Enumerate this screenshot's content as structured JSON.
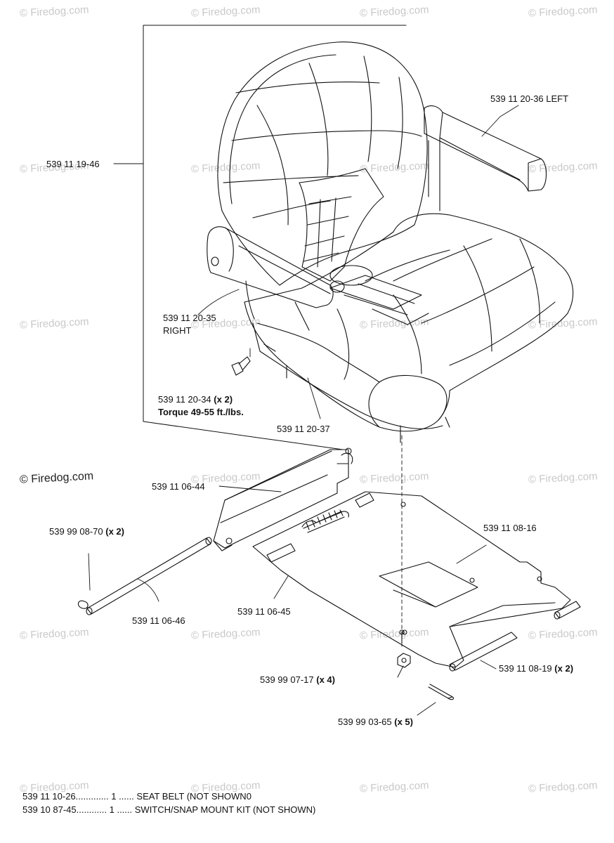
{
  "watermark": "© Firedog.com",
  "callouts": {
    "seat_assembly": "539 11 19-46",
    "armrest_left": "539 11 20-36 LEFT",
    "armrest_right_num": "539 11 20-35",
    "armrest_right_side": "RIGHT",
    "bolt": "539 11 20-34",
    "bolt_qty": "(x 2)",
    "torque": "Torque 49-55 ft./lbs.",
    "seat_pan": "539 11 20-37",
    "hinge_bracket": "539 11 06-44",
    "clip": "539 99 08-70",
    "clip_qty": "(x 2)",
    "base_plate": "539 11 08-16",
    "rod": "539 11 06-46",
    "spring": "539 11 06-45",
    "nut": "539 99 07-17",
    "nut_qty": "(x 4)",
    "pin": "539 11 08-19",
    "pin_qty": "(x 2)",
    "cotter": "539 99 03-65",
    "cotter_qty": "(x 5)"
  },
  "parts_list": [
    {
      "number": "539 11 10-26",
      "dots": ".............",
      "qty": "1",
      "sep": "......",
      "description": "SEAT BELT (NOT SHOWN0"
    },
    {
      "number": "539 10 87-45",
      "dots": "............",
      "qty": "1",
      "sep": "......",
      "description": "SWITCH/SNAP MOUNT KIT (NOT SHOWN)"
    }
  ]
}
